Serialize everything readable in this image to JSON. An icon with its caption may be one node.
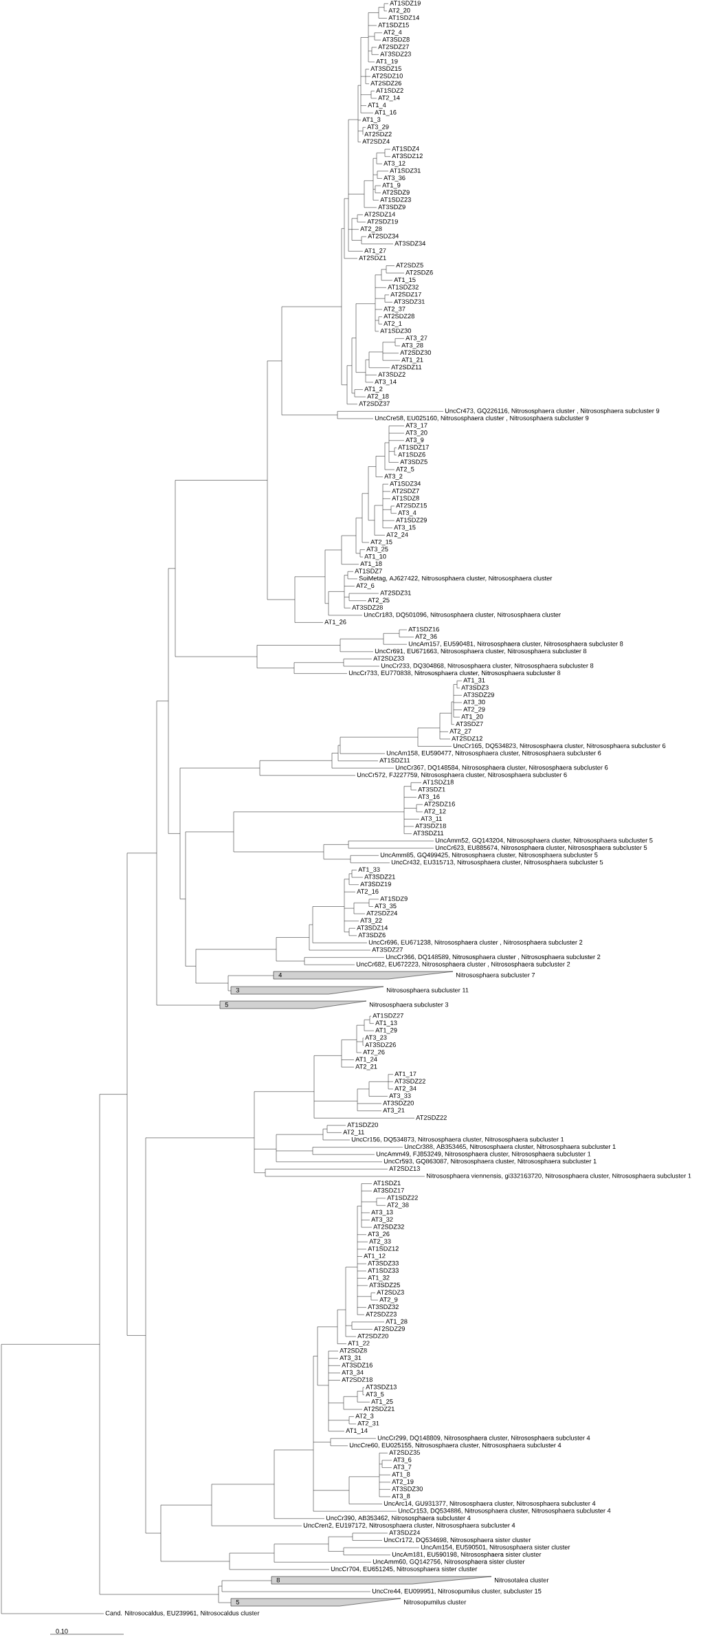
{
  "diagram": {
    "labels": [
      "AT1SDZ19",
      "AT2_20",
      "AT1SDZ14",
      "AT1SDZ15",
      "AT2_4",
      "AT3SDZ8",
      "AT2SDZ27",
      "AT3SDZ23",
      "AT1_19",
      "AT3SDZ15",
      "AT2SDZ10",
      "AT2SDZ26",
      "AT1SDZ2",
      "AT2_14",
      "AT1_4",
      "AT1_16",
      "AT1_3",
      "AT3_29",
      "AT2SDZ2",
      "AT2SDZ4",
      "AT1SDZ4",
      "AT3SDZ12",
      "AT3_12",
      "AT1SDZ31",
      "AT3_36",
      "AT1_9",
      "AT2SDZ9",
      "AT1SDZ23",
      "AT3SDZ9",
      "AT2SDZ14",
      "AT2SDZ19",
      "AT2_28",
      "AT2SDZ34",
      "AT3SDZ34",
      "AT1_27",
      "AT2SDZ1",
      "AT2SDZ5",
      "AT2SDZ6",
      "AT1_15",
      "AT1SDZ32",
      "AT2SDZ17",
      "AT3SDZ31",
      "AT2_37",
      "AT2SDZ28",
      "AT2_1",
      "AT1SDZ30",
      "AT3_27",
      "AT3_28",
      "AT2SDZ30",
      "AT1_21",
      "AT2SDZ11",
      "AT3SDZ2",
      "AT3_14",
      "AT1_2",
      "AT2_18",
      "AT2SDZ37",
      "UncCr473, GQ226116, Nitrososphaera cluster , Nitrososphaera subcluster 9",
      "UncCre58, EU025160, Nitrososphaera cluster , Nitrososphaera subcluster 9",
      "AT3_17",
      "AT3_20",
      "AT3_9",
      "AT1SDZ17",
      "AT1SDZ6",
      "AT3SDZ5",
      "AT2_5",
      "AT3_2",
      "AT1SDZ34",
      "AT2SDZ7",
      "AT1SDZ8",
      "AT2SDZ15",
      "AT3_4",
      "AT1SDZ29",
      "AT3_15",
      "AT2_24",
      "AT2_15",
      "AT3_25",
      "AT1_10",
      "AT1_18",
      "AT1SDZ7",
      "SoiMetag, AJ627422, Nitrososphaera cluster, Nitrososphaera cluster",
      "AT2_6",
      "AT2SDZ31",
      "AT2_25",
      "AT3SDZ28",
      "UncCr183, DQ501096, Nitrososphaera cluster, Nitrososphaera cluster",
      "AT1_26",
      "AT1SDZ16",
      "AT2_36",
      "UncAm157, EU590481, Nitrososphaera cluster, Nitrososphaera subcluster 8",
      "UncCr691, EU671663, Nitrososphaera cluster, Nitrososphaera subcluster 8",
      "AT2SDZ33",
      "UncCr233, DQ304868, Nitrososphaera cluster, Nitrososphaera subcluster 8",
      "UncCr733, EU770838, Nitrososphaera cluster, Nitrososphaera subcluster 8",
      "AT1_31",
      "AT3SDZ3",
      "AT3SDZ29",
      "AT3_30",
      "AT2_29",
      "AT1_20",
      "AT3SDZ7",
      "AT2_27",
      "AT2SDZ12",
      "UncCr165, DQ534823, Nitrososphaera cluster, Nitrososphaera subcluster 6",
      "UncAm158, EU590477, Nitrososphaera cluster, Nitrososphaera subcluster 6",
      "AT1SDZ11",
      "UncCr367, DQ148584, Nitrososphaera cluster, Nitrososphaera subcluster 6",
      "UncCr572, FJ227759, Nitrososphaera cluster, Nitrososphaera subcluster 6",
      "AT1SDZ18",
      "AT3SDZ1",
      "AT3_16",
      "AT2SDZ16",
      "AT2_12",
      "AT3_11",
      "AT3SDZ18",
      "AT3SDZ11",
      "UncAmm52, GQ143204, Nitrososphaera cluster, Nitrososphaera subcluster 5",
      "UncCr623, EU885674, Nitrososphaera cluster, Nitrososphaera subcluster 5",
      "UncAmm85, GQ499425, Nitrososphaera cluster, Nitrososphaera subcluster 5",
      "UncCr432, EU315713, Nitrososphaera cluster, Nitrososphaera subcluster 5",
      "AT1_33",
      "AT3SDZ21",
      "AT3SDZ19",
      "AT2_16",
      "AT1SDZ9",
      "AT3_35",
      "AT2SDZ24",
      "AT3_22",
      "AT3SDZ14",
      "AT3SDZ6",
      "UncCr696, EU671238, Nitrososphaera cluster , Nitrososphaera subcluster 2",
      "AT3SDZ27",
      "UncCr366, DQ148589, Nitrososphaera cluster , Nitrososphaera subcluster 2",
      "UncCr682, EU672223, Nitrososphaera cluster , Nitrososphaera subcluster 2",
      "4",
      "Nitrososphaera subcluster 7",
      "3",
      "Nitrososphaera subcluster 11",
      "5",
      "Nitrososphaera subcluster 3",
      "AT1SDZ27",
      "AT1_13",
      "AT1_29",
      "AT3_23",
      "AT3SDZ26",
      "AT2_26",
      "AT1_24",
      "AT2_21",
      "AT1_17",
      "AT3SDZ22",
      "AT2_34",
      "AT3_33",
      "AT3SDZ20",
      "AT3_21",
      "AT2SDZ22",
      "AT1SDZ20",
      "AT2_11",
      "UncCr156, DQ534873, Nitrososphaera cluster, Nitrososphaera subcluster 1",
      "UncCr388, AB353465, Nitrososphaera cluster, Nitrososphaera subcluster 1",
      "UncAmm49, FJ853249, Nitrososphaera cluster, Nitrososphaera subcluster 1",
      "UncCr593, GQ863087, Nitrososphaera cluster, Nitrososphaera subcluster 1",
      "AT2SDZ13",
      "Nitrososphaera viennensis, gi332163720, Nitrososphaera cluster, Nitrososphaera subcluster 1",
      "AT1SDZ1",
      "AT3SDZ17",
      "AT1SDZ22",
      "AT2_38",
      "AT3_13",
      "AT3_32",
      "AT2SDZ32",
      "AT3_26",
      "AT2_33",
      "AT1SDZ12",
      "AT1_12",
      "AT3SDZ33",
      "AT1SDZ33",
      "AT1_32",
      "AT3SDZ25",
      "AT2SDZ3",
      "AT2_9",
      "AT3SDZ32",
      "AT2SDZ23",
      "AT1_28",
      "AT2SDZ29",
      "AT2SDZ20",
      "AT1_22",
      "AT2SDZ8",
      "AT3_31",
      "AT3SDZ16",
      "AT3_34",
      "AT2SDZ18",
      "AT3SDZ13",
      "AT3_5",
      "AT1_25",
      "AT2SDZ21",
      "AT2_3",
      "AT2_31",
      "AT1_14",
      "UncCr299, DQ148809, Nitrososphaera cluster, Nitrososphaera subcluster 4",
      "UncCre60, EU025155, Nitrososphaera cluster, Nitrososphaera subcluster 4",
      "AT2SDZ35",
      "AT3_6",
      "AT3_7",
      "AT1_8",
      "AT2_19",
      "AT3SDZ30",
      "AT3_8",
      "UncArc14, GU931377, Nitrososphaera cluster, Nitrososphaera subcluster 4",
      "UncCr153, DQ534886, Nitrososphaera cluster, Nitrososphaera subcluster 4",
      "UncCr390, AB353462, Nitrososphaera subcluster 4",
      "UncCren2, EU197172, Nitrososphaera cluster, Nitrososphaera subcluster 4",
      "AT3SDZ24",
      "UncCr172, DQ534698, Nitrososphaera sister cluster",
      "UncAm154, EU590501, Nitrososphaera sister cluster",
      "UncAm181, EU590198, Nitrososphaera sister cluster",
      "UncAmm60, GQ142756, Nitrososphaera sister cluster",
      "UncCr704, EU651245, Nitrososphaera sister cluster",
      "8",
      "Nitrosotalea cluster",
      "UncCre44, EU099951, Nitrosopumilus cluster, subcluster 15",
      "5",
      "Nitrosopumilus cluster",
      "Cand. Nitrosocaldus, EU239961, Nitrosocaldus cluster",
      "0.10"
    ]
  }
}
